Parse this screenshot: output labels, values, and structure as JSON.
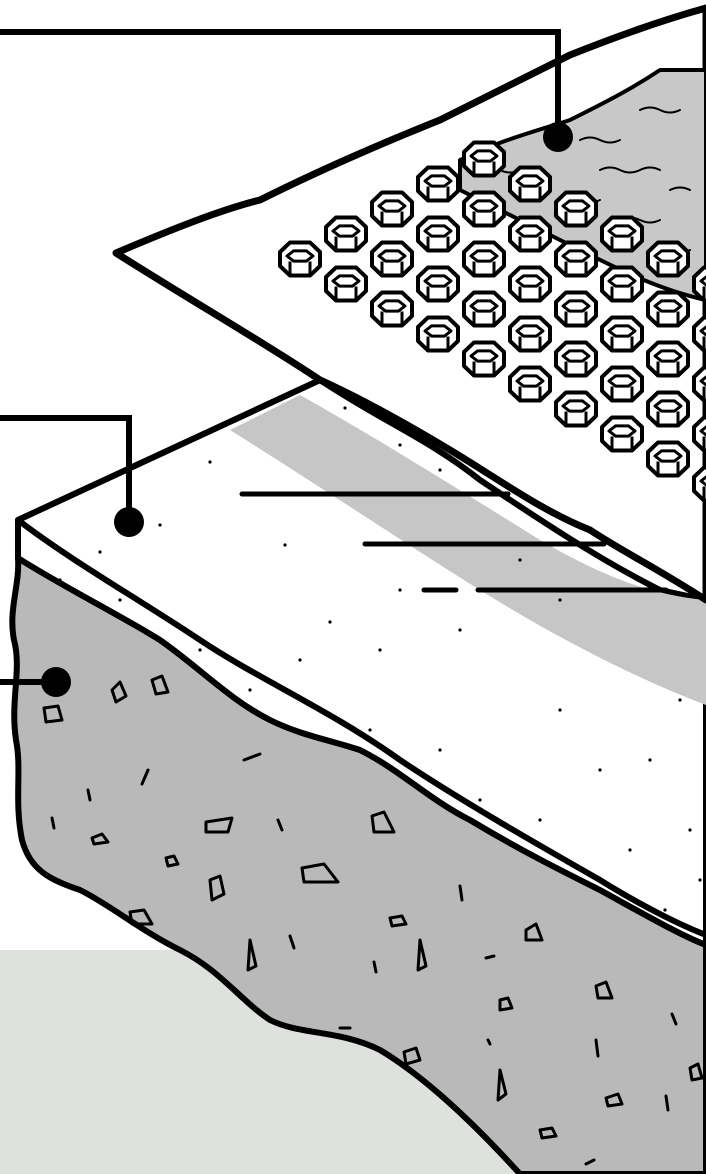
{
  "diagram": {
    "type": "layered-cross-section",
    "layers": [
      {
        "name": "geotextile-fabric",
        "fill": "#ffffff",
        "has_callout": false
      },
      {
        "name": "honeycomb-geocell-grid",
        "fill": "#ffffff",
        "has_callout": false
      },
      {
        "name": "gravel-infill",
        "fill": "#c8c8c8",
        "has_callout": true
      },
      {
        "name": "compacted-sand-base",
        "fill": "#ffffff",
        "has_callout": true
      },
      {
        "name": "native-soil-subgrade",
        "fill": "#b9b9b9",
        "has_callout": true
      }
    ],
    "callout_count": 3,
    "labels_visible": false
  },
  "colors": {
    "outline": "#000000",
    "soil": "#b9b9b9",
    "gravel": "#c8c8c8",
    "sand_shadow": "#c6c6c6",
    "paper": "#ffffff",
    "ground": "#dfe1df"
  }
}
